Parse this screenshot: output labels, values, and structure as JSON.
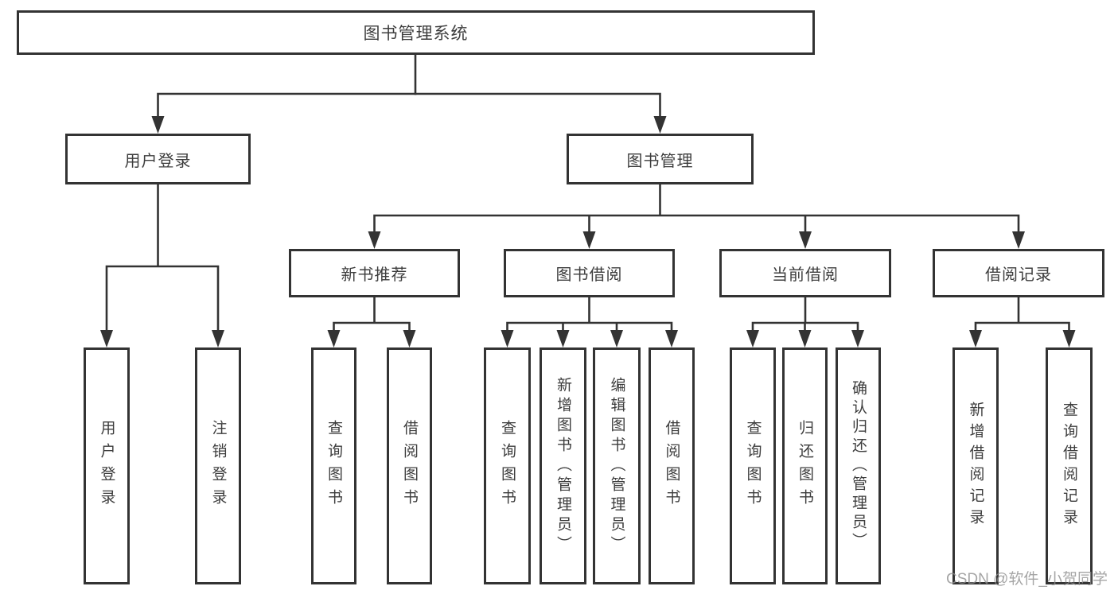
{
  "diagram": {
    "root": {
      "label": "图书管理系统"
    },
    "level2": [
      {
        "label": "用户登录"
      },
      {
        "label": "图书管理"
      }
    ],
    "level3": [
      {
        "label": "新书推荐"
      },
      {
        "label": "图书借阅"
      },
      {
        "label": "当前借阅"
      },
      {
        "label": "借阅记录"
      }
    ],
    "leaves": [
      {
        "label": "用户登录"
      },
      {
        "label": "注销登录"
      },
      {
        "label": "查询图书"
      },
      {
        "label": "借阅图书"
      },
      {
        "label": "查询图书"
      },
      {
        "label": "新增图书（管理员）"
      },
      {
        "label": "编辑图书（管理员）"
      },
      {
        "label": "借阅图书"
      },
      {
        "label": "查询图书"
      },
      {
        "label": "归还图书"
      },
      {
        "label": "确认归还（管理员）"
      },
      {
        "label": "新增借阅记录"
      },
      {
        "label": "查询借阅记录"
      }
    ],
    "colors": {
      "line": "#333333",
      "text": "#3d3d3d",
      "box_background": "#ffffff"
    }
  },
  "watermark": {
    "text": "CSDN @软件_小贺同学"
  }
}
